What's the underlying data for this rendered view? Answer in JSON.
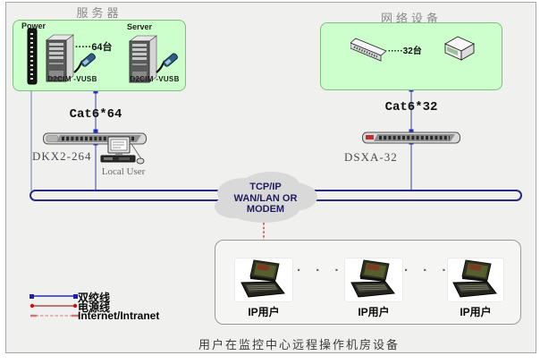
{
  "server_box": {
    "title": "服务器",
    "power_label": "Power",
    "server_label": "Server",
    "count_label": "·····64台",
    "cim_label_1": "D2CIM -VUSB",
    "cim_label_2": "D2CIM -VUSB"
  },
  "network_box": {
    "title": "网络设备",
    "count_label": "·····32台"
  },
  "cabling": {
    "left": "Cat6*64",
    "right": "Cat6*32"
  },
  "kvm": {
    "left_label": "DKX2-264",
    "right_label": "DSXA-32",
    "local_user_label": "Local User"
  },
  "cloud": {
    "line1": "TCP/IP",
    "line2": "WAN/LAN OR",
    "line3": "MODEM"
  },
  "remote_box": {
    "user_labels": [
      "IP用户",
      "IP用户",
      "IP用户"
    ],
    "separator": "· · ·",
    "caption": "用户在监控中心远程操作机房设备"
  },
  "legend": {
    "items": [
      {
        "label": "双绞线",
        "color": "#2a2aa8"
      },
      {
        "label": "电源线",
        "color": "#a03030"
      },
      {
        "label": "Internet/Intranet",
        "color": "#d49494"
      }
    ]
  },
  "colors": {
    "device_box_fill": "#ccffcc",
    "device_box_border": "#7fbf7f",
    "bus_line": "#2a2a7e",
    "twisted_pair": "#5560a8",
    "cloud_fill": "#d9d9d9",
    "cloud_text": "#1c1c5c",
    "internet_dash": "#cc3333"
  }
}
